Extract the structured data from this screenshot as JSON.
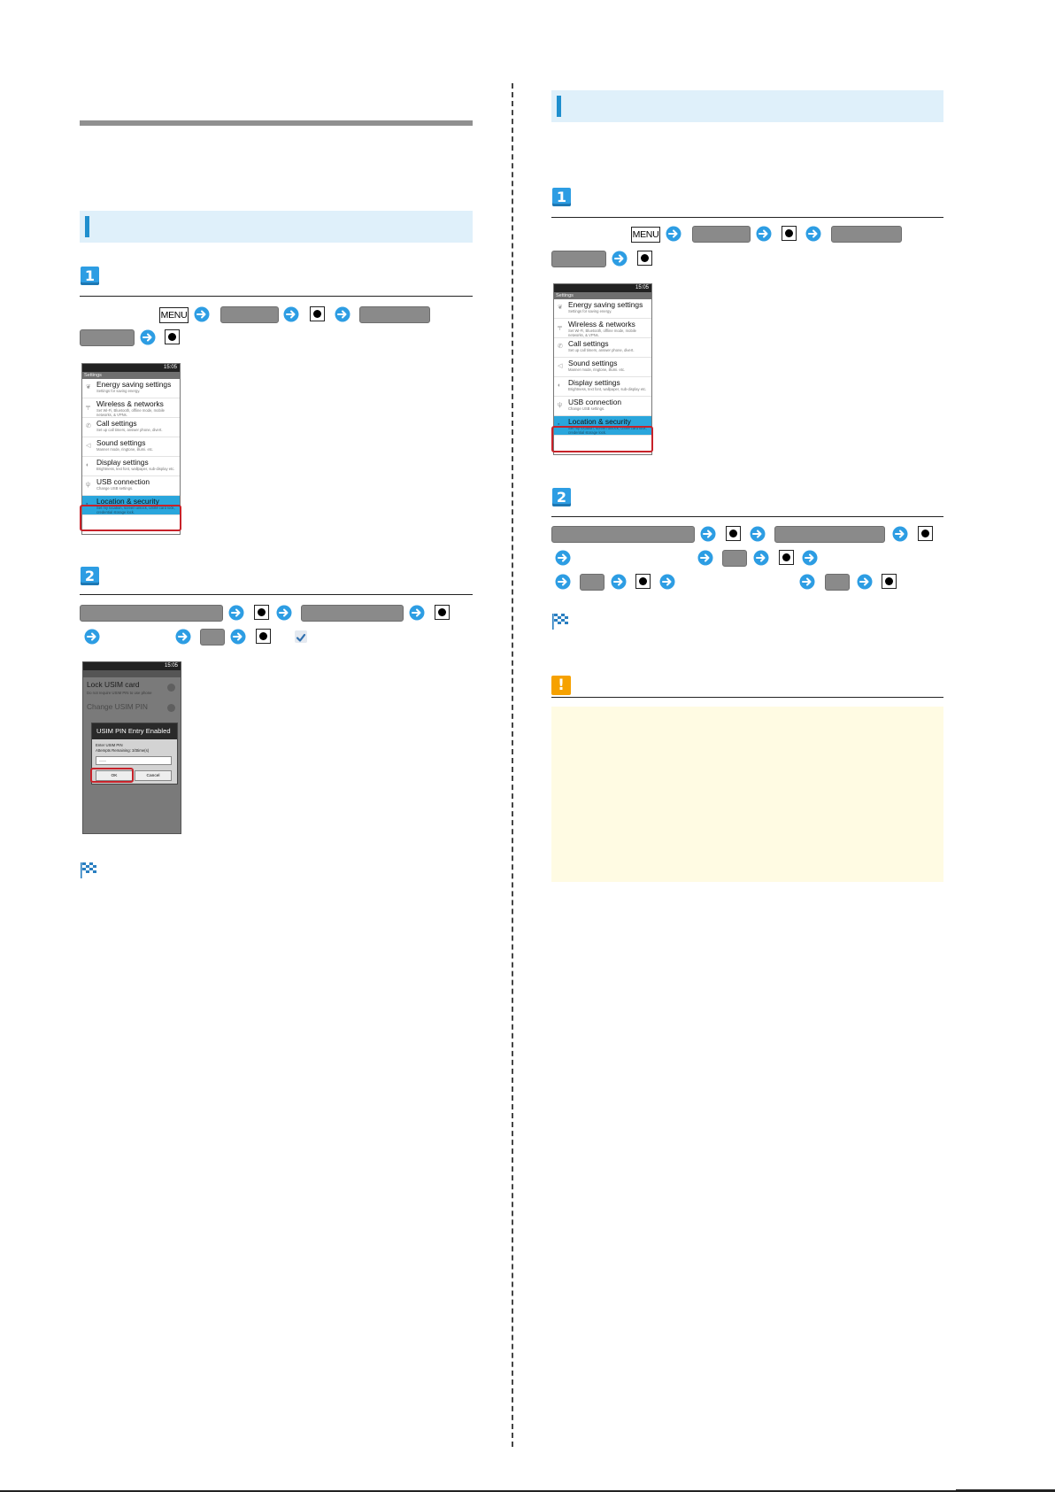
{
  "left": {
    "step1": {
      "number": "1",
      "menu_label": "MENU"
    },
    "phone": {
      "status_time": "15:05",
      "title": "Settings",
      "items": [
        {
          "title": "Energy saving settings",
          "sub": "Settings for saving energy.",
          "icon": "leaf-icon"
        },
        {
          "title": "Wireless & networks",
          "sub": "Set Wi-Fi, Bluetooth, offline mode, mobile networks, & VPNs.",
          "icon": "antenna-icon"
        },
        {
          "title": "Call settings",
          "sub": "Set up call timers, answer phone, divert.",
          "icon": "phone-icon"
        },
        {
          "title": "Sound settings",
          "sub": "Manner mode, ringtone, illumi. etc.",
          "icon": "speaker-icon"
        },
        {
          "title": "Display settings",
          "sub": "Brightness, text font, wallpaper, sub-display etc.",
          "icon": "display-icon"
        },
        {
          "title": "USB connection",
          "sub": "Change USB settings.",
          "icon": "usb-icon"
        },
        {
          "title": "Location & security",
          "sub": "Set my location, screen unlock, USIM card lock, credential storage lock.",
          "icon": "lock-icon"
        }
      ]
    },
    "step2": {
      "number": "2"
    },
    "dialog_phone": {
      "status_time": "15:05",
      "lock_title": "Lock USIM card",
      "lock_sub": "Do not require USIM PIN to use phone",
      "change_pin": "Change USIM PIN",
      "dialog_title": "USIM PIN Entry Enabled",
      "dialog_label1": "Enter USIM PIN",
      "dialog_label2": "Attempts Remaining: 3/3time(s)",
      "dialog_input": "····",
      "ok_button": "OK",
      "cancel_button": "Cancel"
    }
  },
  "right": {
    "step1": {
      "number": "1",
      "menu_label": "MENU"
    },
    "phone": {
      "status_time": "15:05",
      "title": "Settings",
      "items": [
        {
          "title": "Energy saving settings",
          "sub": "Settings for saving energy.",
          "icon": "leaf-icon"
        },
        {
          "title": "Wireless & networks",
          "sub": "Set Wi-Fi, Bluetooth, offline mode, mobile networks, & VPNs.",
          "icon": "antenna-icon"
        },
        {
          "title": "Call settings",
          "sub": "Set up call timers, answer phone, divert.",
          "icon": "phone-icon"
        },
        {
          "title": "Sound settings",
          "sub": "Manner mode, ringtone, illumi. etc.",
          "icon": "speaker-icon"
        },
        {
          "title": "Display settings",
          "sub": "Brightness, text font, wallpaper, sub-display etc.",
          "icon": "display-icon"
        },
        {
          "title": "USB connection",
          "sub": "Change USB settings.",
          "icon": "usb-icon"
        },
        {
          "title": "Location & security",
          "sub": "Set my location, screen unlock, USIM card lock, credential storage lock.",
          "icon": "lock-icon"
        }
      ]
    },
    "step2": {
      "number": "2"
    },
    "warning_icon": "!"
  },
  "colors": {
    "accent_blue": "#2d9de3",
    "band_blue": "#dff0fa",
    "highlight_red": "#c7222a",
    "note_yellow": "#fffbe3",
    "warning_orange": "#f6a100"
  }
}
